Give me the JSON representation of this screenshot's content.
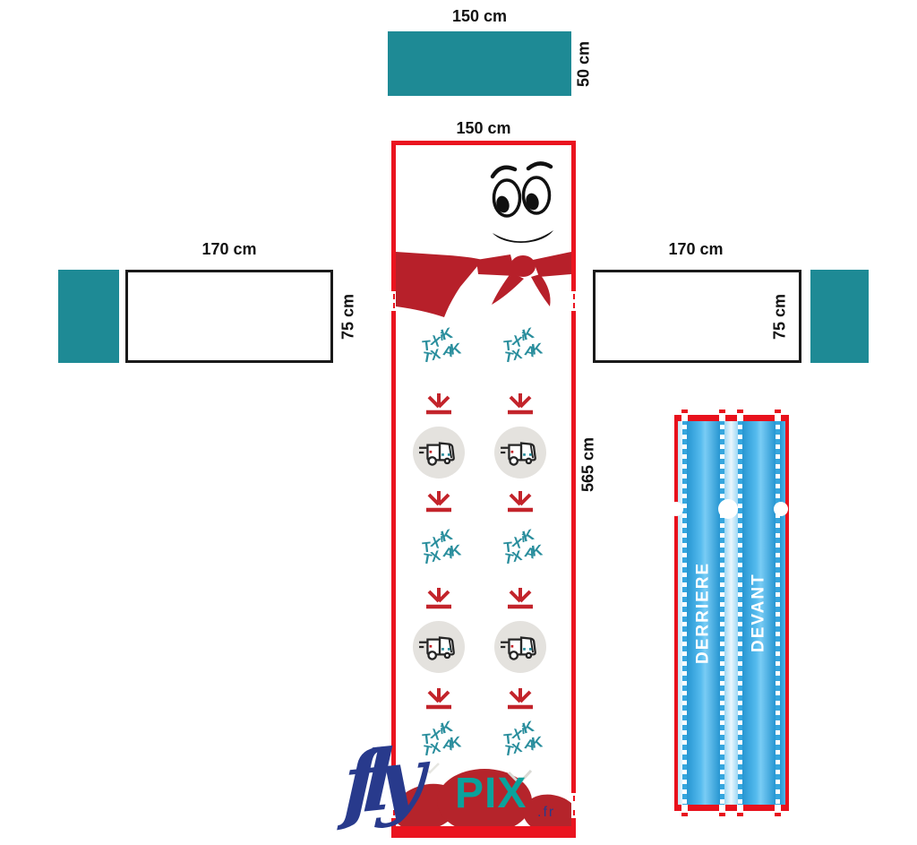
{
  "panels": {
    "top": {
      "width": "150 cm",
      "height": "50 cm"
    },
    "left": {
      "width": "170 cm",
      "height": "75 cm"
    },
    "right": {
      "width": "170 cm",
      "height": "75 cm"
    },
    "main": {
      "width": "150 cm",
      "height": "565 cm"
    }
  },
  "brand_logo": {
    "line1": "TXiK",
    "line2": "TXAK"
  },
  "banner": {
    "back_label": "DERRIERE",
    "front_label": "DEVANT"
  },
  "watermark": {
    "script_text": "fly",
    "brand_text": "PIX",
    "suffix_text": ".fr"
  },
  "icons": [
    "coach-bus-icon",
    "deflate-arrow-icon",
    "cartoon-face-icon",
    "scarf-graphic",
    "grommet-hole",
    "base-blob-graphic"
  ],
  "colors": {
    "teal_panel": "#1e8a95",
    "red_border": "#ea141f",
    "red_dark": "#b7202a",
    "arrow_red": "#c3242b",
    "logo_teal": "#2a8e9d",
    "banner_blue": "#35a8e0",
    "watermark_navy": "#283a8c",
    "watermark_teal": "#0aa29c"
  }
}
